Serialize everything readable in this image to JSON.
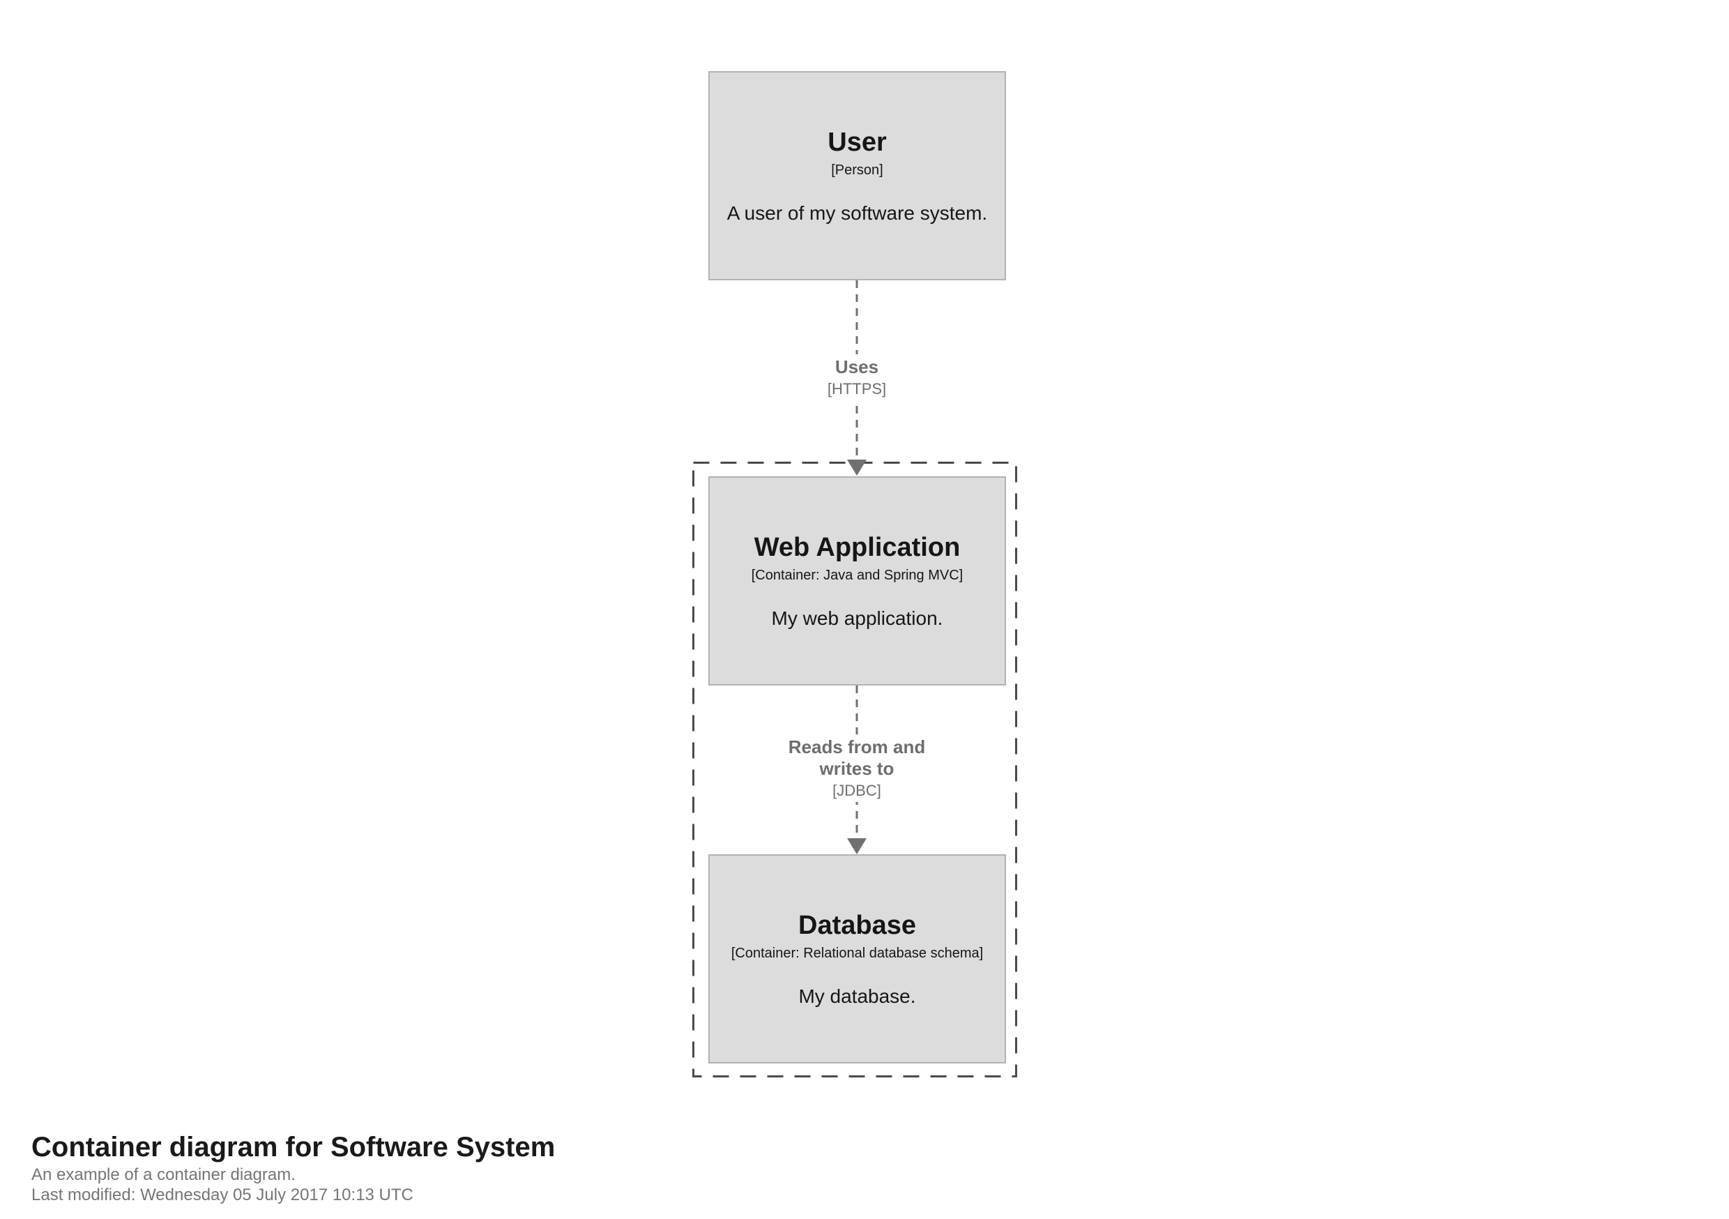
{
  "diagram": {
    "nodes": [
      {
        "name": "User",
        "meta": "[Person]",
        "description": "A user of my software system."
      },
      {
        "name": "Web Application",
        "meta": "[Container: Java and Spring MVC]",
        "description": "My web application."
      },
      {
        "name": "Database",
        "meta": "[Container: Relational database schema]",
        "description": "My database."
      }
    ],
    "relationships": [
      {
        "label": "Uses",
        "technology": "[HTTPS]"
      },
      {
        "label": "Reads from and writes to",
        "technology": "[JDBC]"
      }
    ],
    "icons": {
      "arrowhead": "triangle-down"
    }
  },
  "footer": {
    "title": "Container diagram for Software System",
    "description": "An example of a container diagram.",
    "last_modified": "Last modified: Wednesday 05 July 2017 10:13 UTC"
  },
  "colors": {
    "node_fill": "#dcdcdc",
    "node_border": "#b2b2b2",
    "node_text": "#161616",
    "relationship_text": "#6e6e6e",
    "relationship_line": "#707070",
    "boundary_border": "#4a4a4a",
    "footer_title": "#1a1a1a",
    "footer_text": "#757575",
    "background": "#ffffff"
  }
}
